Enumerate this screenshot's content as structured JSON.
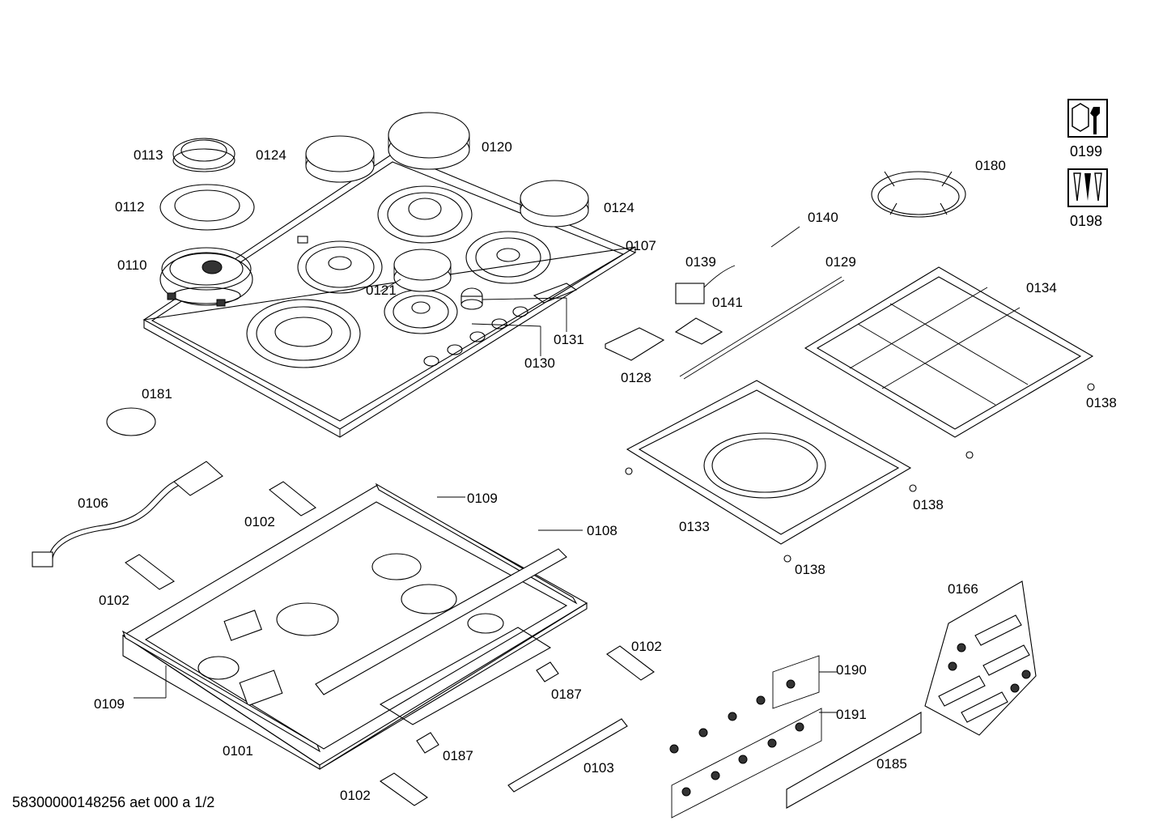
{
  "document_id": "58300000148256 aet 000 a 1/2",
  "icons": [
    {
      "name": "nut-wrench-icon",
      "label": "0199"
    },
    {
      "name": "screws-icon",
      "label": "0198"
    }
  ],
  "labels": {
    "p0113": "0113",
    "p0124a": "0124",
    "p0120": "0120",
    "p0112": "0112",
    "p0124b": "0124",
    "p0110": "0110",
    "p0107": "0107",
    "p0121": "0121",
    "p0131": "0131",
    "p0130": "0130",
    "p0181": "0181",
    "p0180": "0180",
    "p0140": "0140",
    "p0139": "0139",
    "p0129": "0129",
    "p0134": "0134",
    "p0141": "0141",
    "p0128": "0128",
    "p0138a": "0138",
    "p0138b": "0138",
    "p0138c": "0138",
    "p0133": "0133",
    "p0106": "0106",
    "p0102a": "0102",
    "p0109a": "0109",
    "p0108": "0108",
    "p0102b": "0102",
    "p0102c": "0102",
    "p0109b": "0109",
    "p0187a": "0187",
    "p0101": "0101",
    "p0187b": "0187",
    "p0103": "0103",
    "p0102d": "0102",
    "p0166": "0166",
    "p0190": "0190",
    "p0191": "0191",
    "p0185": "0185"
  }
}
